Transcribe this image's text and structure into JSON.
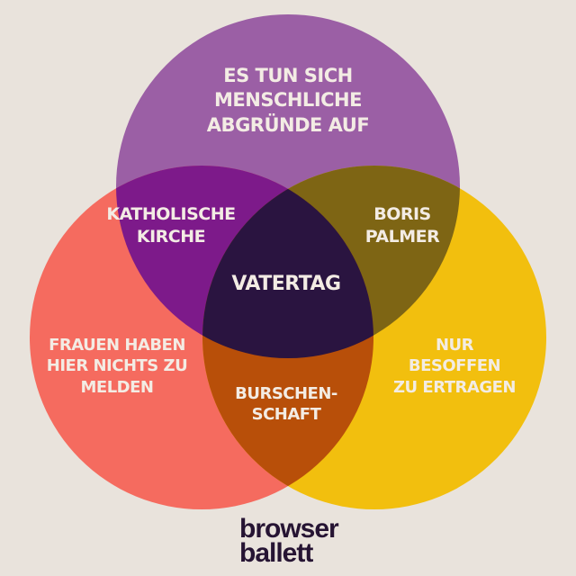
{
  "colors": {
    "background": "#e9e3dc",
    "top_circle": "#9b5fa5",
    "left_circle": "#f56b5f",
    "right_circle": "#f2bf0e",
    "top_left_overlap": "#7d1a8a",
    "top_right_overlap": "#7e6514",
    "left_right_overlap": "#b84f09",
    "center_overlap": "#2a1440",
    "label_text": "#f3ece4",
    "logo_text": "#261433"
  },
  "venn": {
    "top": {
      "lines": [
        "ES TUN SICH",
        "MENSCHLICHE",
        "ABGRÜNDE AUF"
      ]
    },
    "left": {
      "lines": [
        "FRAUEN HABEN",
        "HIER NICHTS ZU",
        "MELDEN"
      ]
    },
    "right": {
      "lines": [
        "NUR",
        "BESOFFEN",
        "ZU ERTRAGEN"
      ]
    },
    "top_left": {
      "lines": [
        "KATHOLISCHE",
        "KIRCHE"
      ]
    },
    "top_right": {
      "lines": [
        "BORIS",
        "PALMER"
      ]
    },
    "left_right": {
      "lines": [
        "BURSCHEN-",
        "SCHAFT"
      ]
    },
    "center": {
      "lines": [
        "VATERTAG"
      ]
    }
  },
  "logo": {
    "lines": [
      "browser",
      "ballett"
    ]
  }
}
